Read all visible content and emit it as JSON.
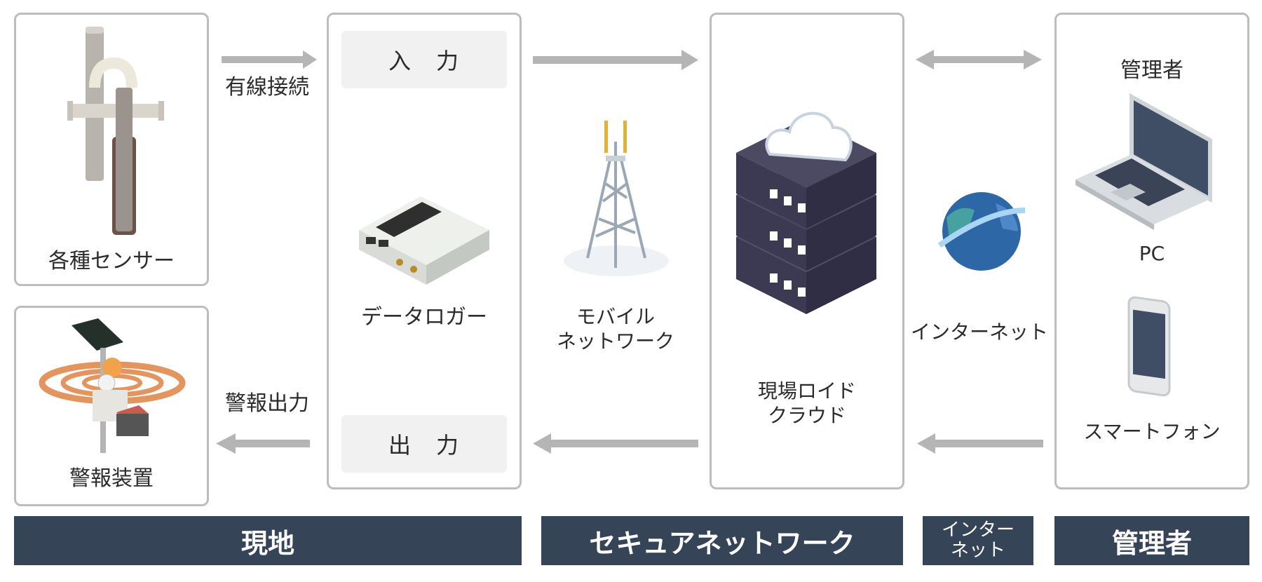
{
  "sensors": {
    "label": "各種センサー"
  },
  "alarm_device": {
    "label": "警報装置"
  },
  "wired": {
    "label": "有線接続"
  },
  "alarm_output": {
    "label": "警報出力"
  },
  "logger": {
    "input": "入　力",
    "output": "出　力",
    "label": "データロガー"
  },
  "mobile": {
    "label": "モバイル\nネットワーク"
  },
  "cloud": {
    "label": "現場ロイド\nクラウド"
  },
  "internet": {
    "label": "インターネット"
  },
  "admin": {
    "title": "管理者",
    "pc": "PC",
    "phone": "スマートフォン"
  },
  "footer": {
    "site": "現地",
    "secure": "セキュアネットワーク",
    "internet": "インター\nネット",
    "admin": "管理者"
  },
  "colors": {
    "border": "#bdbdbd",
    "arrow": "#b5b5b5",
    "bar": "#364458",
    "panel": "#f1f1f1"
  }
}
